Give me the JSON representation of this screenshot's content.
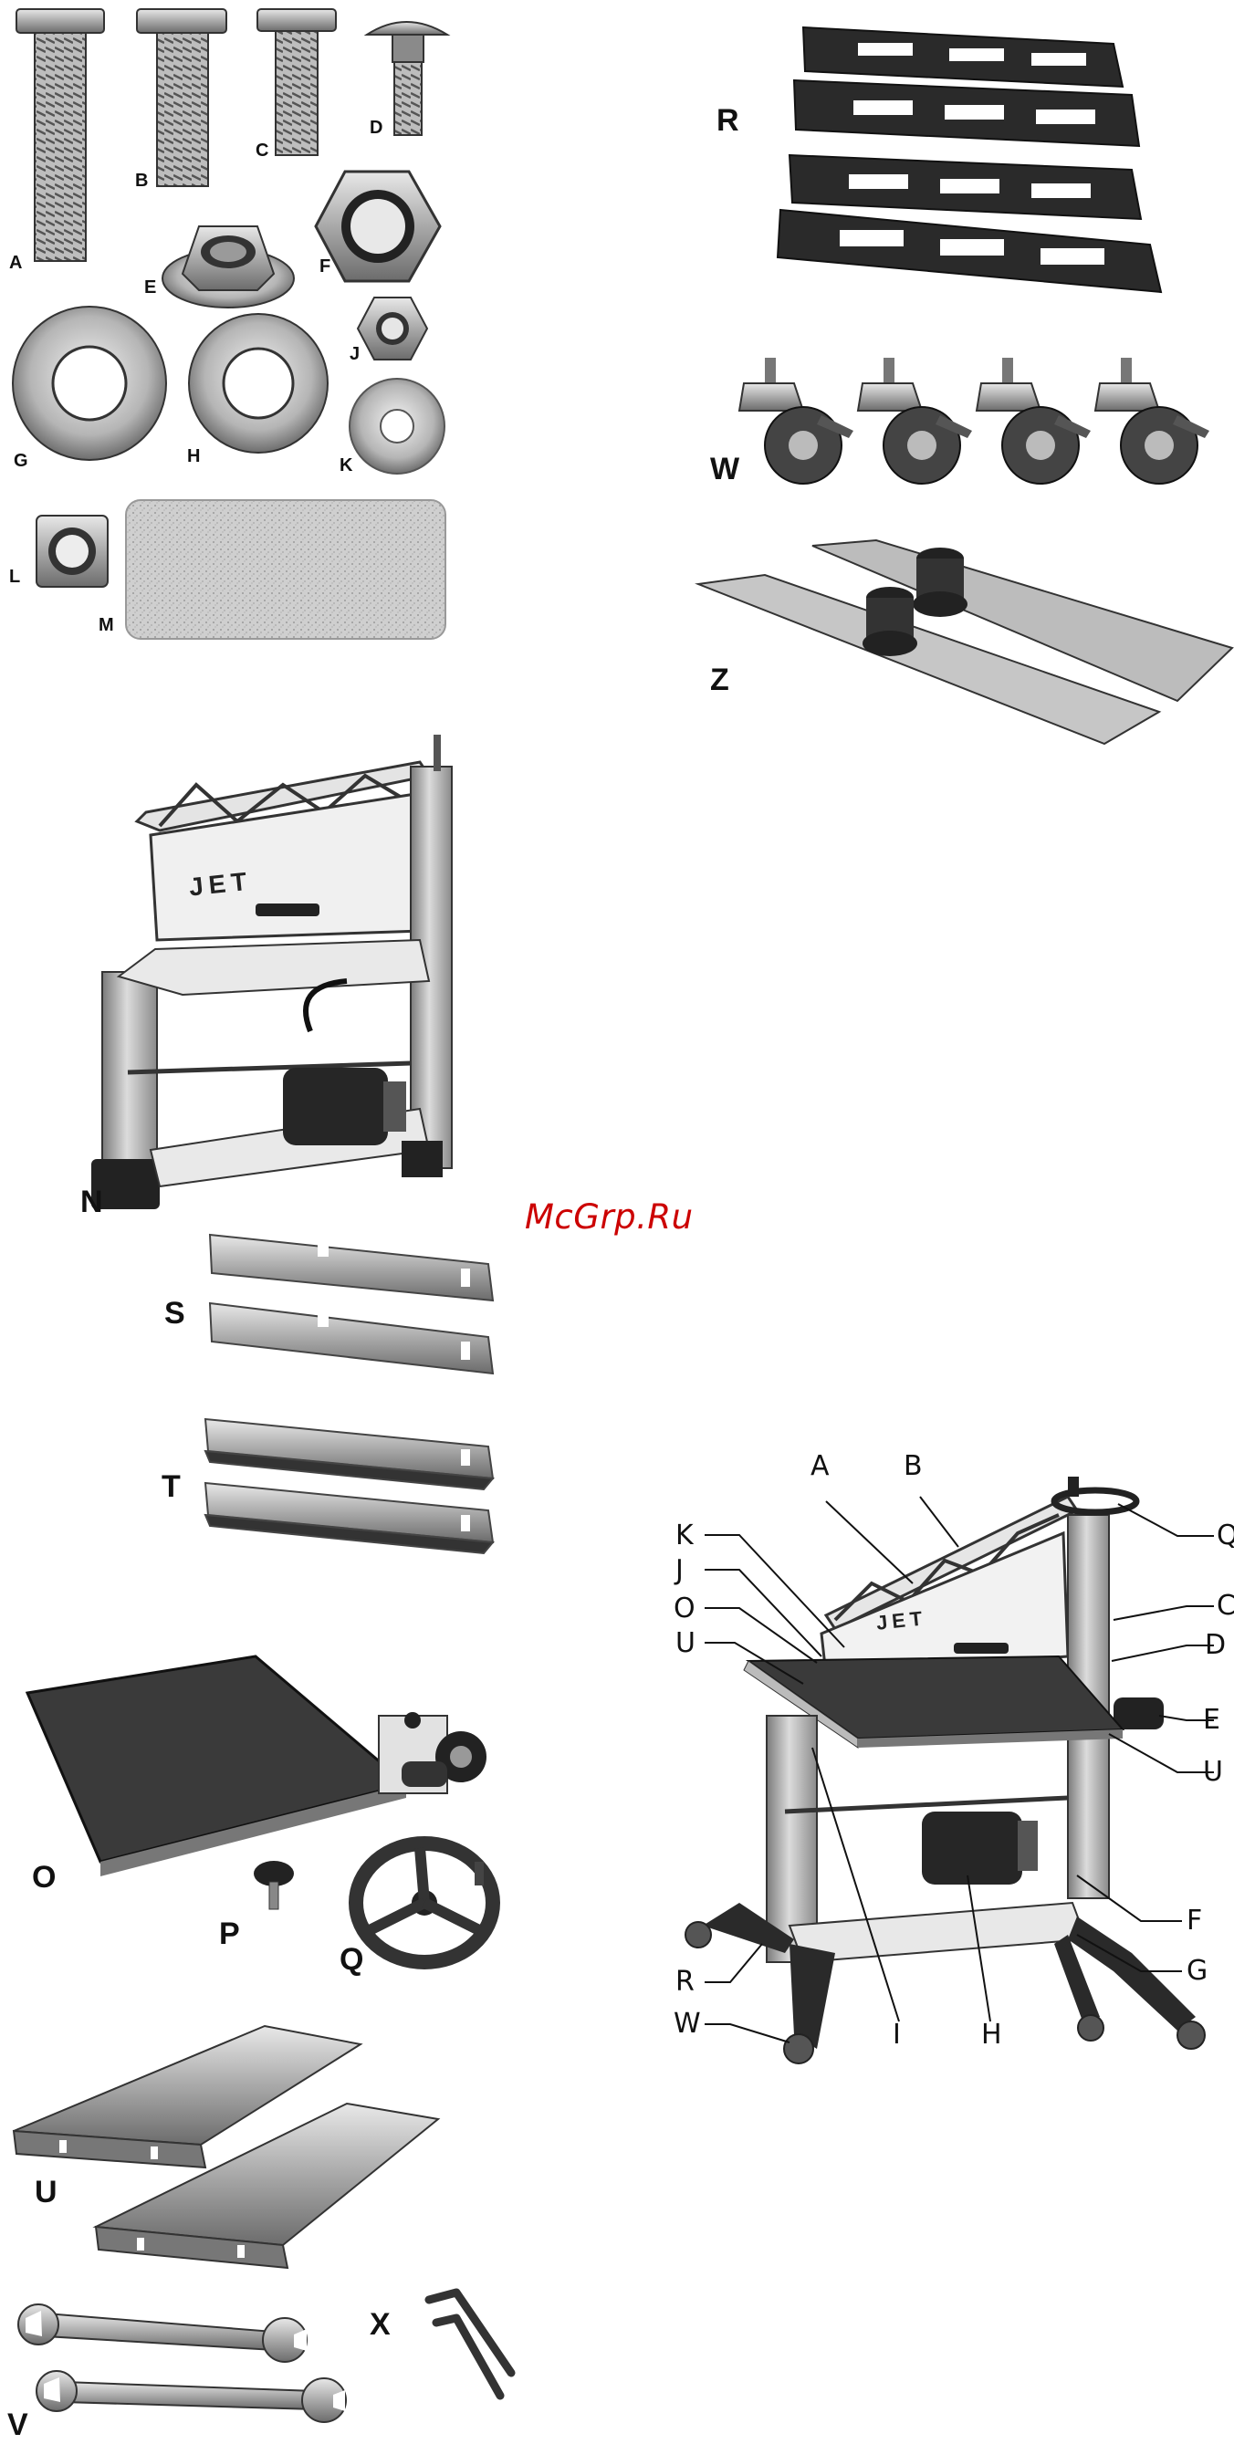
{
  "watermark": "McGrp.Ru",
  "machine_brand": "JET",
  "hardware_labels": {
    "A": "A",
    "B": "B",
    "C": "C",
    "D": "D",
    "E": "E",
    "F": "F",
    "G": "G",
    "H": "H",
    "J": "J",
    "K": "K",
    "L": "L",
    "M": "M"
  },
  "part_labels": {
    "R": "R",
    "W": "W",
    "Z": "Z",
    "N": "N",
    "S": "S",
    "T": "T",
    "O": "O",
    "P": "P",
    "Q": "Q",
    "U": "U",
    "V": "V",
    "X": "X"
  },
  "callouts": {
    "A": "A",
    "B": "B",
    "K": "K",
    "J": "J",
    "O": "O",
    "U_left": "U",
    "Q": "Q",
    "C": "C",
    "D": "D",
    "E": "E",
    "U_right": "U",
    "F": "F",
    "G": "G",
    "R": "R",
    "W": "W",
    "I": "I",
    "H": "H"
  }
}
